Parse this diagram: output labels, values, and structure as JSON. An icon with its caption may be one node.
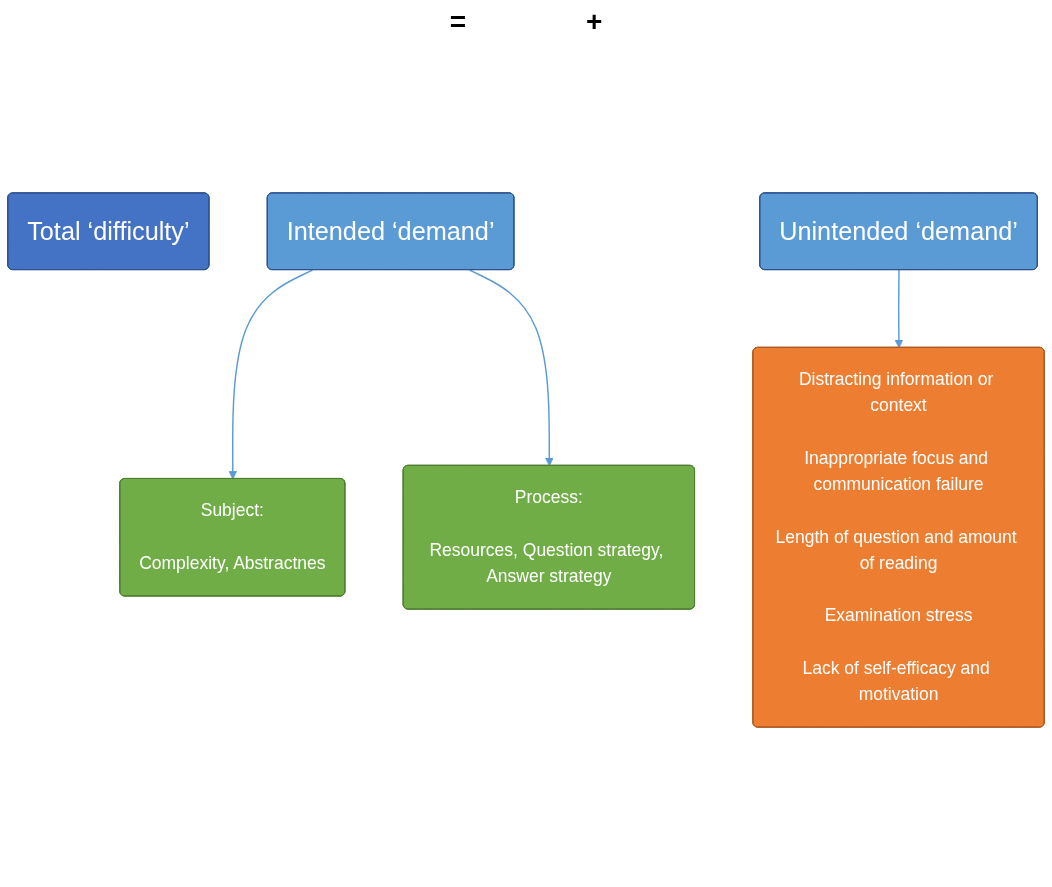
{
  "diagram": {
    "nodes": [
      {
        "text": [
          "Total ‘difficulty’"
        ]
      },
      {
        "text": [
          "Intended ‘demand’"
        ]
      },
      {
        "text": [
          "Unintended ‘demand’"
        ]
      },
      {
        "text": [
          "Subject:",
          "Complexity, Abstractnes"
        ]
      },
      {
        "text": [
          "Process:",
          "Resources, Question strategy, Answer strategy"
        ]
      },
      {
        "text": [
          "Distracting information or context",
          "Inappropriate focus and communication failure",
          "Length of question and amount of reading",
          "Examination stress",
          "Lack of self-efficacy and motivation"
        ]
      }
    ],
    "edges": [
      {
        "from": 1,
        "to": 3,
        "arrow": "to"
      },
      {
        "from": 1,
        "to": 4,
        "arrow": "to"
      },
      {
        "from": 2,
        "to": 5,
        "arrow": "to"
      }
    ],
    "labels": [
      "=",
      "+"
    ]
  }
}
